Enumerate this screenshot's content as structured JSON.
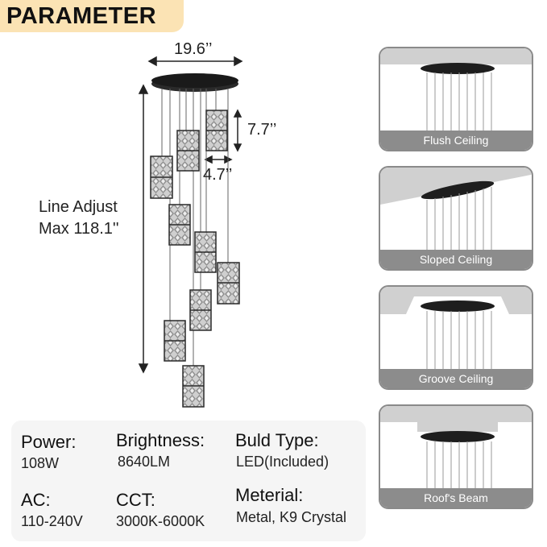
{
  "header": {
    "title": "PARAMETER"
  },
  "dimensions": {
    "diameter": "19.6’’",
    "pendant_height": "7.7’’",
    "pendant_width": "4.7’’",
    "line_adjust": [
      "Line Adjust",
      "Max 118.1''"
    ]
  },
  "specs": {
    "power": {
      "label": "Power:",
      "value": "108W"
    },
    "brightness": {
      "label": "Brightness:",
      "value": "8640LM"
    },
    "bulb_type": {
      "label": "Buld Type:",
      "value": "LED(Included)"
    },
    "ac": {
      "label": "AC:",
      "value": "110-240V"
    },
    "cct": {
      "label": "CCT:",
      "value": "3000K-6000K"
    },
    "material": {
      "label": "Meterial:",
      "value": "Metal, K9 Crystal"
    }
  },
  "installations": [
    {
      "caption": "Flush Ceiling",
      "icon": "flush-ceiling-icon"
    },
    {
      "caption": "Sloped Ceiling",
      "icon": "sloped-ceiling-icon"
    },
    {
      "caption": "Groove Ceiling",
      "icon": "groove-ceiling-icon"
    },
    {
      "caption": "Roof's Beam",
      "icon": "roof-beam-icon"
    }
  ],
  "colors": {
    "header_bg": "#fbe3b4",
    "card_border": "#8a8a8a",
    "caption_bg": "#8c8c8c",
    "ceiling_gray": "#d0d0d0",
    "canopy_black": "#1e1e1e"
  }
}
